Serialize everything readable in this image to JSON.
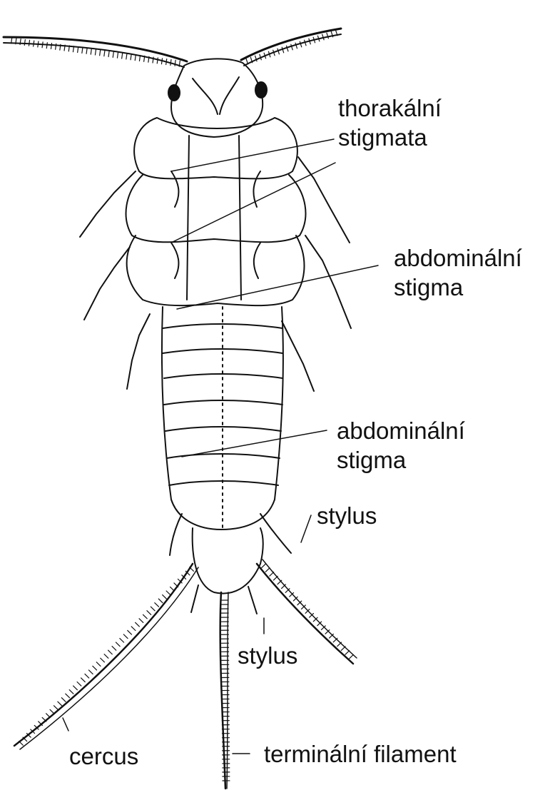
{
  "labels": {
    "thoracic_line1": "thorakální",
    "thoracic_line2": "stigmata",
    "abdominal_a_line1": "abdominální",
    "abdominal_a_line2": "stigma",
    "abdominal_b_line1": "abdominální",
    "abdominal_b_line2": "stigma",
    "stylus_right": "stylus",
    "stylus_bottom": "stylus",
    "cercus": "cercus",
    "terminal_filament": "terminální filament"
  },
  "colors": {
    "ink": "#111111",
    "background": "#ffffff"
  }
}
